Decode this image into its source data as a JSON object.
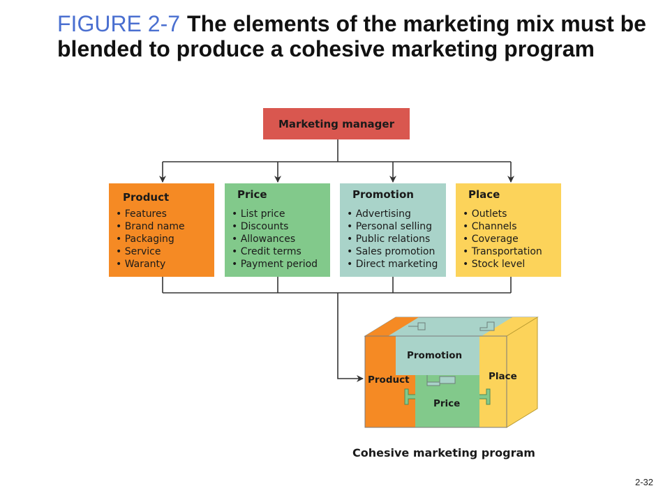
{
  "figure_label": "FIGURE 2-7",
  "title": "The elements of the marketing mix must be blended to produce a cohesive marketing program",
  "manager": "Marketing manager",
  "boxes": [
    {
      "heading": "Product",
      "color": "#f58a24",
      "items": [
        "Features",
        "Brand name",
        "Packaging",
        "Service",
        "Waranty"
      ]
    },
    {
      "heading": "Price",
      "color": "#82c98b",
      "items": [
        "List price",
        "Discounts",
        "Allowances",
        "Credit terms",
        "Payment period"
      ]
    },
    {
      "heading": "Promotion",
      "color": "#a9d3c9",
      "items": [
        "Advertising",
        "Personal selling",
        "Public relations",
        "Sales promotion",
        "Direct marketing"
      ]
    },
    {
      "heading": "Place",
      "color": "#fcd35a",
      "items": [
        "Outlets",
        "Channels",
        "Coverage",
        "Transportation",
        "Stock level"
      ]
    }
  ],
  "cube": {
    "product": "Product",
    "promotion": "Promotion",
    "place": "Place",
    "price": "Price"
  },
  "caption": "Cohesive marketing program",
  "slide_number": "2-32",
  "colors": {
    "figure_label": "#4a6fd0",
    "manager_box": "#d9574f",
    "connector": "#333333"
  }
}
